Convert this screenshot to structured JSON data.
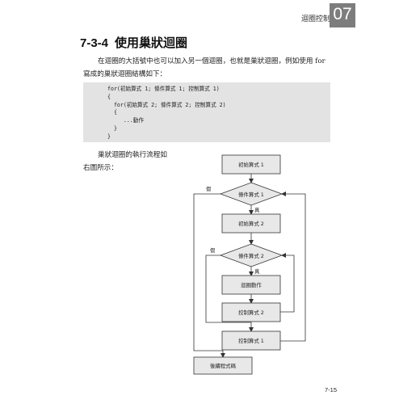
{
  "header": {
    "label": "迴圈控制",
    "chapter": "07"
  },
  "section": {
    "number": "7-3-4",
    "title": "使用巢狀迴圈"
  },
  "intro": {
    "line1": "在迴圈的大括號中也可以加入另一個迴圈，也就是巢狀迴圈，例如使用 for",
    "line2": "寫成的巢狀迴圈結構如下："
  },
  "code": [
    "for(初始算式 1; 條件算式 1; 控制算式 1)",
    "{",
    "  for(初始算式 2; 條件算式 2; 控制算式 2)",
    "  {",
    "     ...動作",
    "  }",
    "}"
  ],
  "flow_text": {
    "line1": "巢狀迴圈的執行流程如",
    "line2": "右圖所示："
  },
  "flowchart": {
    "init1": "初始算式 1",
    "cond1": "條件算式 1",
    "init2": "初始算式 2",
    "cond2": "條件算式 2",
    "action": "迴圈動作",
    "ctrl2": "控制算式 2",
    "ctrl1": "控制算式 1",
    "after": "後續程式碼",
    "true_label": "真",
    "false_label": "假"
  },
  "page_number": "7-15"
}
